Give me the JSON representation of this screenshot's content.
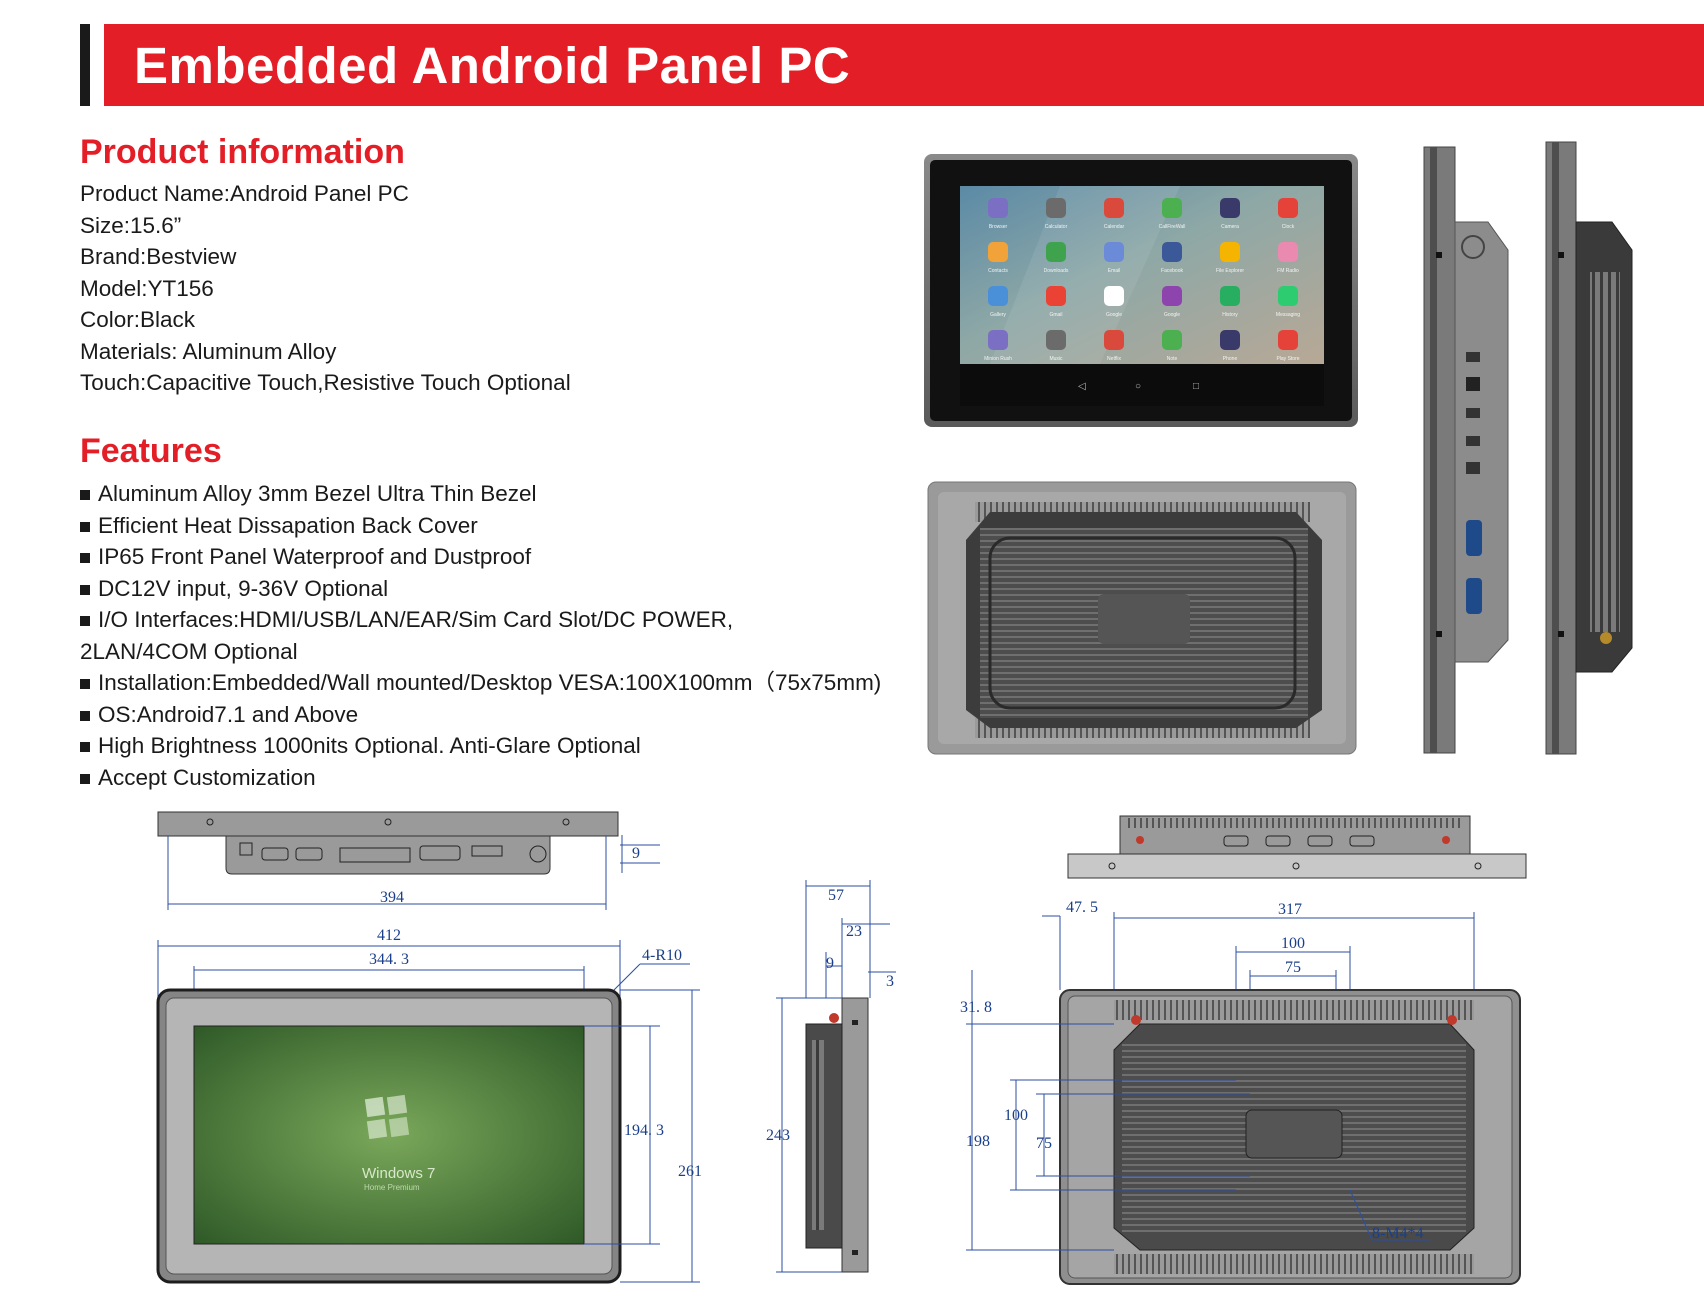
{
  "header": {
    "title": "Embedded Android Panel PC"
  },
  "product_info": {
    "heading": "Product information",
    "items": [
      "Product Name:Android Panel PC",
      "Size:15.6”",
      "Brand:Bestview",
      "Model:YT156",
      "Color:Black",
      "Materials: Aluminum Alloy",
      "Touch:Capacitive Touch,Resistive Touch Optional"
    ]
  },
  "features": {
    "heading": "Features",
    "items": [
      "Aluminum Alloy 3mm Bezel Ultra Thin Bezel",
      "Efficient Heat Dissapation Back Cover",
      "IP65 Front Panel Waterproof and Dustproof",
      "DC12V input, 9-36V Optional",
      "I/O Interfaces:HDMI/USB/LAN/EAR/Sim Card Slot/DC POWER,",
      "2LAN/4COM Optional",
      "Installation:Embedded/Wall mounted/Desktop  VESA:100X100mm（75x75mm)",
      "OS:Android7.1 and Above",
      "High Brightness 1000nits Optional. Anti-Glare Optional",
      "Accept Customization"
    ]
  },
  "app_icons": {
    "row1": [
      "Browser",
      "Calculator",
      "Calendar",
      "CallFireWall",
      "Camera",
      "Clock"
    ],
    "row2": [
      "Contacts",
      "Downloads",
      "Email",
      "Facebook",
      "File Explorer",
      "FM Radio"
    ],
    "row3": [
      "Gallery",
      "Gmail",
      "Google",
      "Google",
      "History",
      "Messaging"
    ],
    "row4": [
      "Minion Rush",
      "Music",
      "Netflix",
      "Note",
      "Phone",
      "Play Store"
    ]
  },
  "drawing": {
    "d_9_top": "9",
    "d_394": "394",
    "d_412": "412",
    "d_344": "344. 3",
    "d_r10": "4-R10",
    "d_194": "194. 3",
    "d_261": "261",
    "d_57": "57",
    "d_23": "23",
    "d_9_side": "9",
    "d_3": "3",
    "d_243": "243",
    "d_475": "47. 5",
    "d_317": "317",
    "d_100h": "100",
    "d_75h": "75",
    "d_318": "31. 8",
    "d_198": "198",
    "d_100v": "100",
    "d_75v": "75",
    "d_m4": "8-M4*4",
    "win_logo": "Windows 7",
    "win_sub": "Home Premium"
  }
}
